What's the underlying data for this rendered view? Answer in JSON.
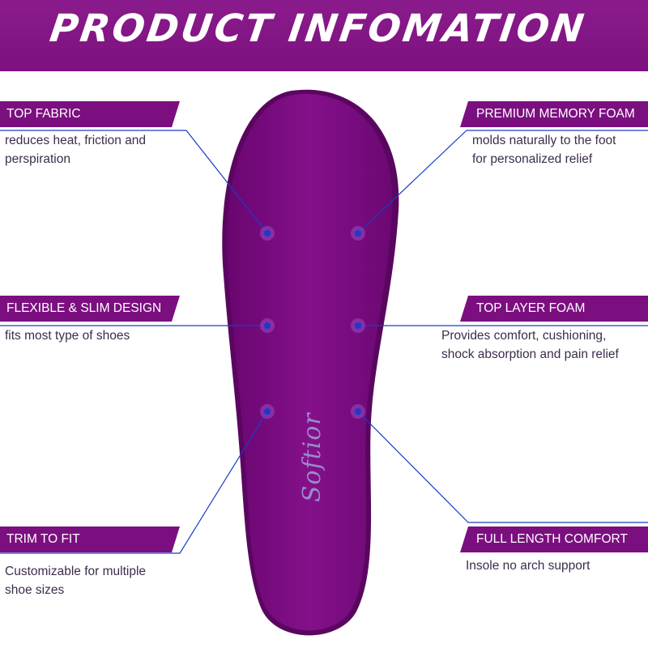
{
  "banner": {
    "title": "PRODUCT INFOMATION"
  },
  "brand": {
    "name": "Softior"
  },
  "colors": {
    "purple": "#7b0f80",
    "insole": "#7d0b82",
    "pointer": "#1a3cc8"
  },
  "features": {
    "top_fabric": {
      "label": "TOP FABRIC",
      "desc": [
        "reduces heat, friction and",
        "perspiration"
      ]
    },
    "flexible": {
      "label": "FLEXIBLE & SLIM DESIGN",
      "desc": [
        "fits most type of shoes"
      ]
    },
    "trim": {
      "label": "TRIM TO FIT",
      "desc": [
        "Customizable for multiple",
        "shoe sizes"
      ]
    },
    "memory_foam": {
      "label": "PREMIUM MEMORY FOAM",
      "desc": [
        "molds naturally to the foot",
        "for personalized relief"
      ]
    },
    "top_layer": {
      "label": "TOP LAYER FOAM",
      "desc": [
        "Provides comfort, cushioning,",
        "shock absorption and pain relief"
      ]
    },
    "full_length": {
      "label": "FULL LENGTH COMFORT",
      "desc": [
        "Insole no arch support"
      ]
    }
  }
}
